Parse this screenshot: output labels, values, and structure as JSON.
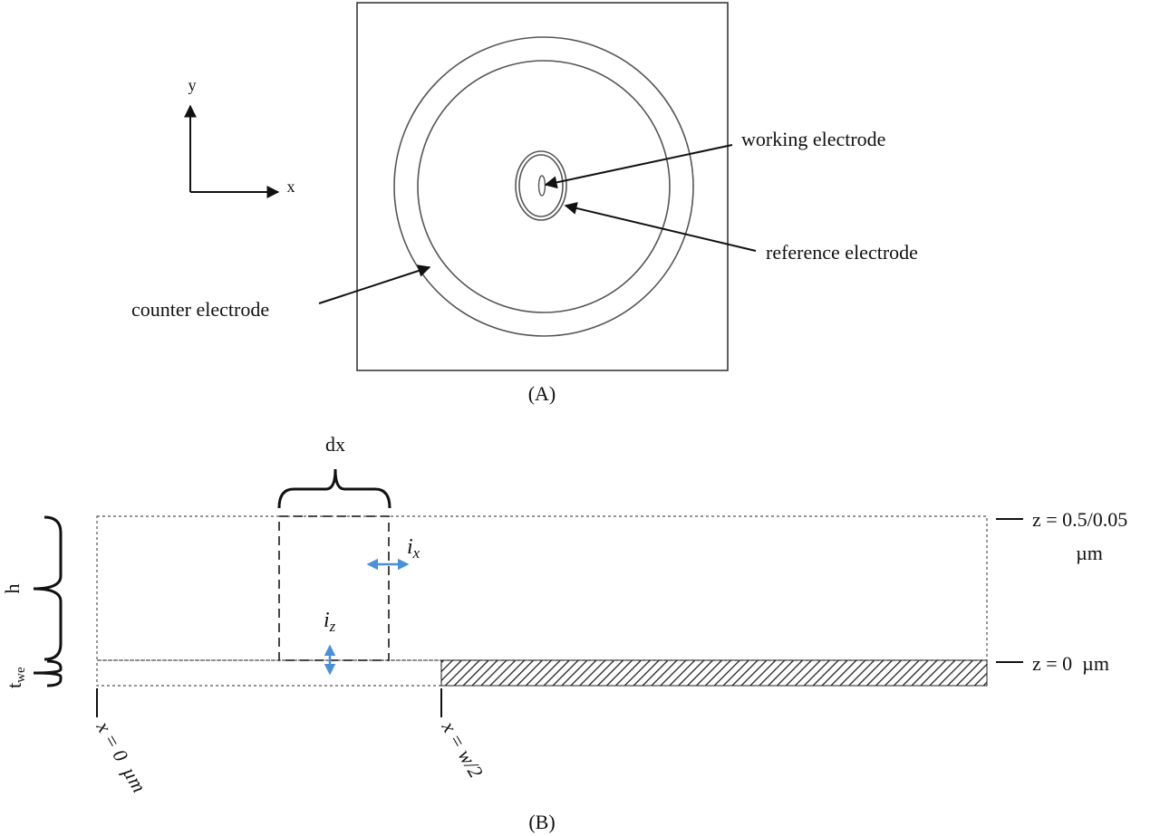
{
  "panel_a": {
    "caption": "(A)",
    "axis_y": "y",
    "axis_x": "x",
    "labels": {
      "working": "working electrode",
      "reference": "reference electrode",
      "counter": "counter electrode"
    }
  },
  "panel_b": {
    "caption": "(B)",
    "dx": "dx",
    "h": "h",
    "t_we_main": "t",
    "t_we_sub": "we",
    "ix_main": "i",
    "ix_sub": "x",
    "iz_main": "i",
    "iz_sub": "z",
    "z_top_line1": "z = 0.5/0.05",
    "z_top_line2": "µm",
    "z_zero": "z = 0  µm",
    "x_zero": "x = 0  µm",
    "x_half": "x = w/2"
  },
  "colors": {
    "line": "#3a3a3a",
    "flux_arrow": "#4a90d9"
  }
}
